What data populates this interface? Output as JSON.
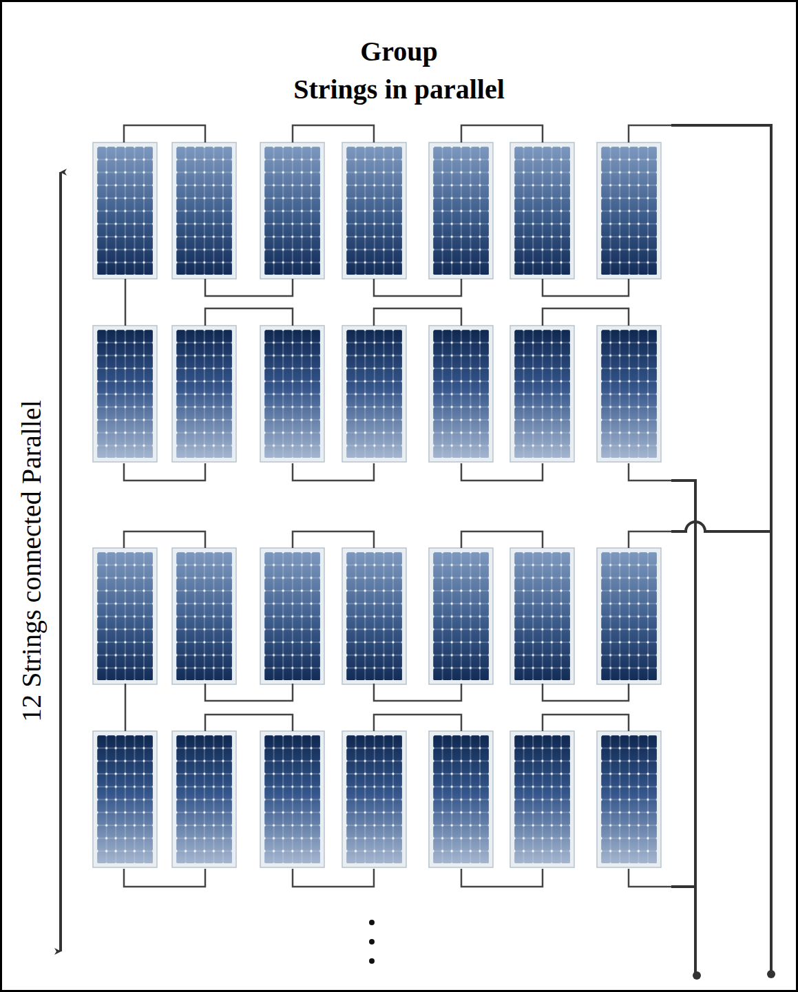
{
  "diagram": {
    "title": "Group",
    "labels": [
      "Strings in parallel",
      "12 Strings connected Parallel"
    ]
  }
}
